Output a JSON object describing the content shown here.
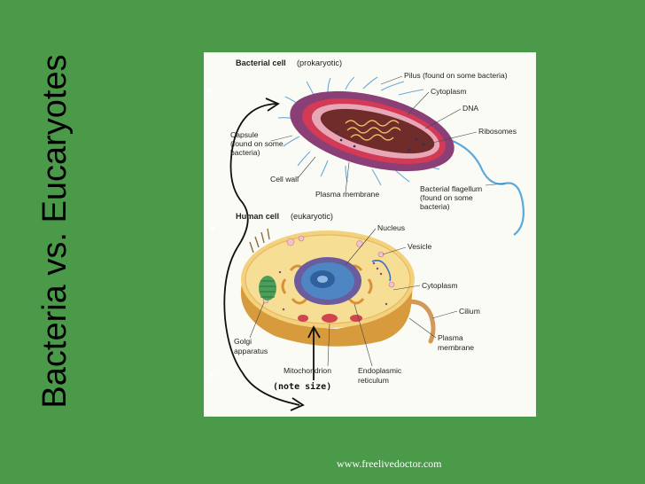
{
  "slide": {
    "title": "Bacteria vs. Eucaryotes",
    "footer": "www.freelivedoctor.com",
    "background_color": "#4a9a4a"
  },
  "bacterial": {
    "heading": "Bacterial cell",
    "subtitle": "(prokaryotic)",
    "labels": {
      "pilus": "Pilus (found on some bacteria)",
      "cytoplasm": "Cytoplasm",
      "dna": "DNA",
      "ribosomes": "Ribosomes",
      "capsule_1": "Capsule",
      "capsule_2": "(found on some",
      "capsule_3": "bacteria)",
      "cell_wall": "Cell wall",
      "plasma_membrane": "Plasma membrane",
      "flagellum_1": "Bacterial flagellum",
      "flagellum_2": "(found on some",
      "flagellum_3": "bacteria)"
    }
  },
  "human": {
    "heading": "Human cell",
    "subtitle": "(eukaryotic)",
    "labels": {
      "nucleus": "Nucleus",
      "vesicle": "Vesicle",
      "cytoplasm": "Cytoplasm",
      "cilium": "Cilium",
      "plasma_membrane_1": "Plasma",
      "plasma_membrane_2": "membrane",
      "golgi_1": "Golgi",
      "golgi_2": "apparatus",
      "mitochondrion": "Mitochondrion",
      "er_1": "Endoplasmic",
      "er_2": "reticulum"
    }
  },
  "annotation": {
    "note": "(note size)"
  }
}
